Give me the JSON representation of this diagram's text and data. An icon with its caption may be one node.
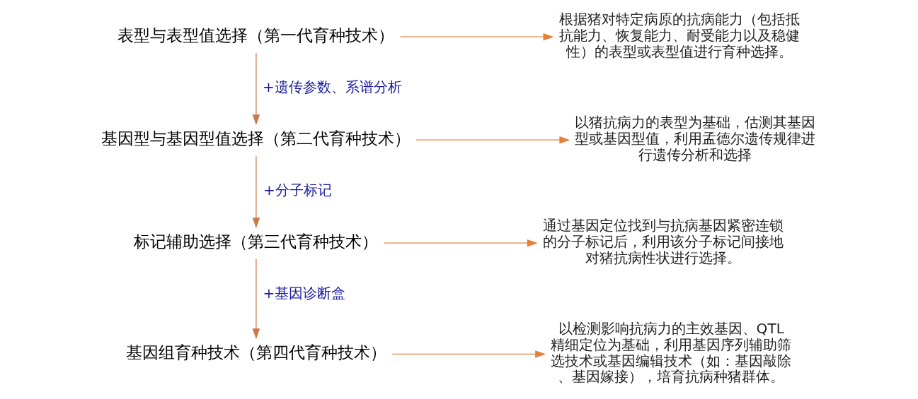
{
  "diagram": {
    "nodes": [
      {
        "text": [
          "表型与表型值选择（第一代育种技术）"
        ]
      },
      {
        "text": [
          "根据猪对特定病原的抗病能力（包括抵抗能力、恢复能力、耐受能力以及稳健性）的表型或表型值进行育种选择。"
        ]
      },
      {
        "text": [
          "基因型与基因型值选择（第二代育种技术）"
        ]
      },
      {
        "text": [
          "以猪抗病力的表型为基础，估测其基因型或基因型值，利用孟德尔遗传规律进行遗传分析和选择"
        ]
      },
      {
        "text": [
          "标记辅助选择（第三代育种技术）"
        ]
      },
      {
        "text": [
          "通过基因定位找到与抗病基因紧密连锁的分子标记后，利用该分子标记间接地对猪抗病性状进行选择。"
        ]
      },
      {
        "text": [
          "基因组育种技术（第四代育种技术）"
        ]
      },
      {
        "text": [
          "以检测影响抗病力的主效基因、QTL精细定位为基础，利用基因序列辅助筛选技术或基因编辑技术（如：基因敲除、基因嫁接），培育抗病种猪群体。"
        ]
      }
    ],
    "edges": [
      {
        "from": 0,
        "to": 1,
        "arrow": "to"
      },
      {
        "from": 0,
        "to": 2,
        "arrow": "to",
        "label": "+遗传参数、系谱分析"
      },
      {
        "from": 2,
        "to": 3,
        "arrow": "to"
      },
      {
        "from": 2,
        "to": 4,
        "arrow": "to",
        "label": "+分子标记"
      },
      {
        "from": 4,
        "to": 5,
        "arrow": "to"
      },
      {
        "from": 4,
        "to": 6,
        "arrow": "to",
        "label": "+基因诊断盒"
      },
      {
        "from": 6,
        "to": 7,
        "arrow": "to"
      }
    ]
  }
}
